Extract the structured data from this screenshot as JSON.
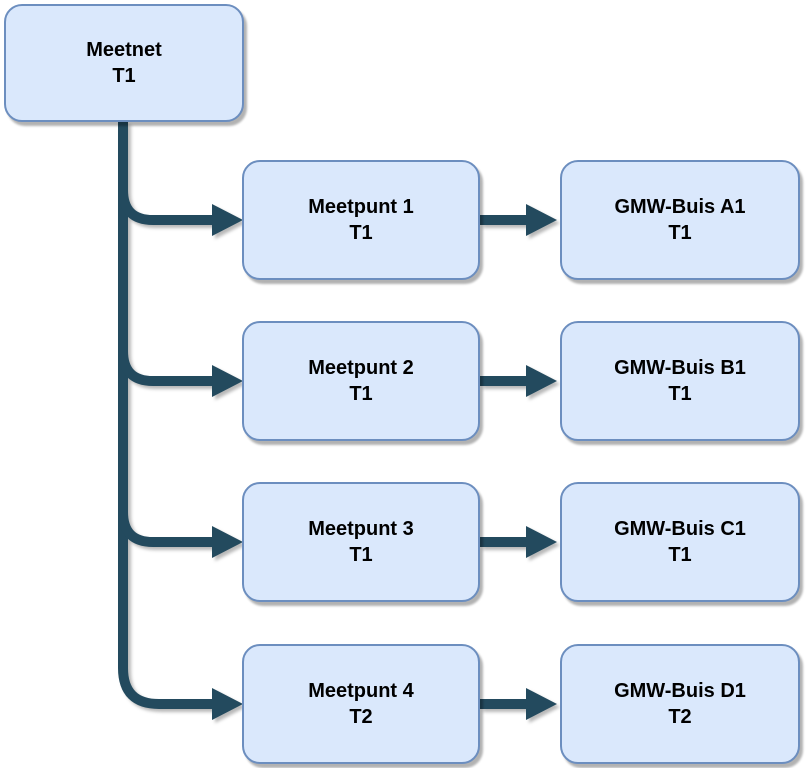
{
  "diagram": {
    "root": {
      "title": "Meetnet",
      "subtitle": "T1"
    },
    "rows": [
      {
        "meetpunt": {
          "title": "Meetpunt 1",
          "subtitle": "T1"
        },
        "gmw": {
          "title": "GMW-Buis A1",
          "subtitle": "T1"
        }
      },
      {
        "meetpunt": {
          "title": "Meetpunt 2",
          "subtitle": "T1"
        },
        "gmw": {
          "title": "GMW-Buis B1",
          "subtitle": "T1"
        }
      },
      {
        "meetpunt": {
          "title": "Meetpunt 3",
          "subtitle": "T1"
        },
        "gmw": {
          "title": "GMW-Buis C1",
          "subtitle": "T1"
        }
      },
      {
        "meetpunt": {
          "title": "Meetpunt 4",
          "subtitle": "T2"
        },
        "gmw": {
          "title": "GMW-Buis D1",
          "subtitle": "T2"
        }
      }
    ]
  },
  "colors": {
    "canvas-bg": "#ffffff",
    "node-fill": "#dae8fc",
    "node-border": "#6c8ebf",
    "edge": "#234a5e",
    "text": "#000000"
  }
}
